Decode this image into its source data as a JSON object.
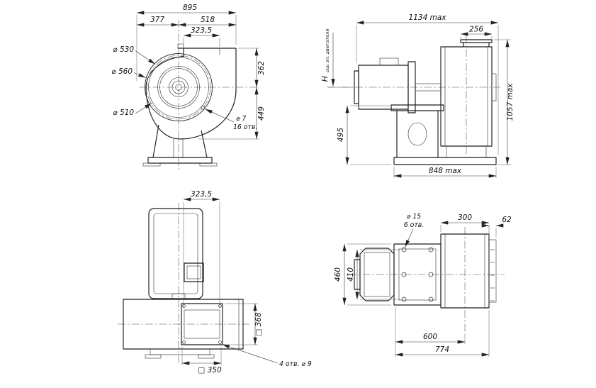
{
  "colors": {
    "line": "#1c1c1c",
    "thin_line": "#2e2e2e",
    "text": "#101010",
    "background": "#ffffff"
  },
  "front": {
    "overall_width": "895",
    "left_width": "377",
    "right_width": "518",
    "outlet_width": "323,5",
    "dia_530": "⌀ 530",
    "dia_560": "⌀ 560",
    "dia_510": "⌀ 510",
    "h_362": "362",
    "h_449": "449",
    "hole_dia": "⌀ 7",
    "hole_count": "16 отв."
  },
  "side": {
    "overall_length": "1134 max",
    "outlet_depth": "256",
    "overall_height": "1057 max",
    "pedestal_height": "495",
    "base_length": "848 max",
    "axis_symbol": "H",
    "axis_label": "ось эл. двигателя"
  },
  "plan": {
    "outlet_width": "323,5",
    "flange_size": "□ 368",
    "square_350": "□ 350",
    "holes_note": "4 отв.  ⌀ 9"
  },
  "flange": {
    "hole_dia": "⌀ 15",
    "hole_count": "6 отв.",
    "w_300": "300",
    "w_62": "62",
    "h_460": "460",
    "h_410": "410",
    "l_600": "600",
    "l_774": "774"
  }
}
